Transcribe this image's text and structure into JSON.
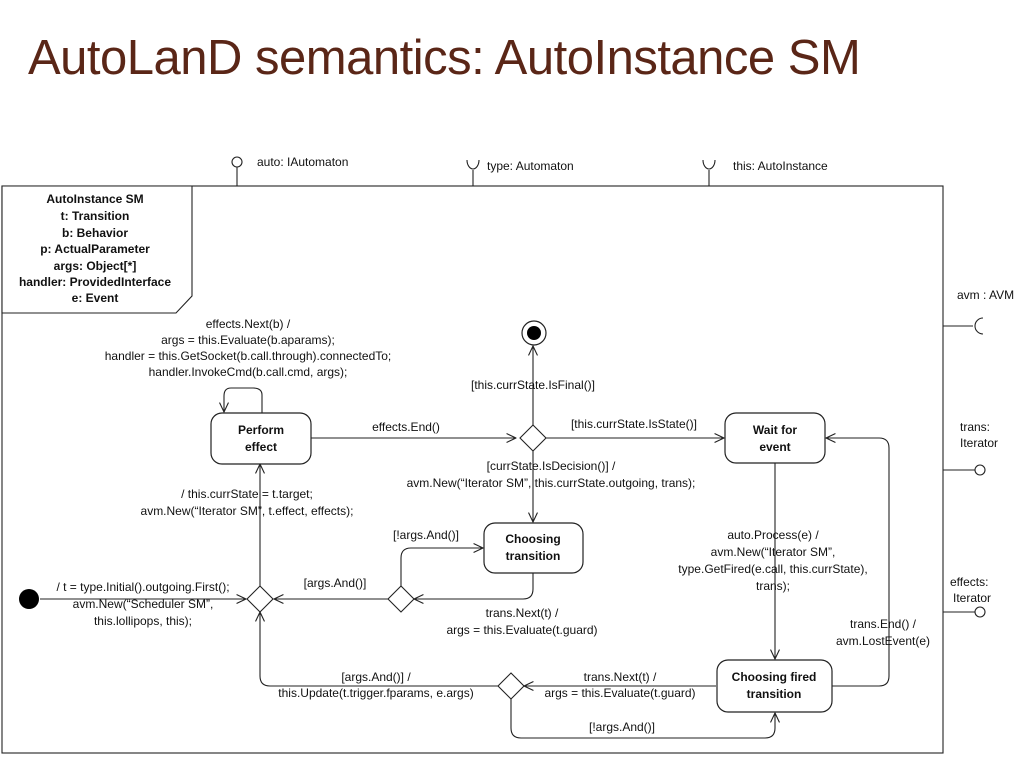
{
  "slide": {
    "title": "AutoLanD semantics: AutoInstance SM"
  },
  "ports": {
    "auto": "auto: IAutomaton",
    "type": "type: Automaton",
    "this": "this: AutoInstance",
    "avm": "avm : AVM",
    "trans_1": "trans:",
    "trans_2": "Iterator",
    "effects_1": "effects:",
    "effects_2": "Iterator"
  },
  "context_box": {
    "title": "AutoInstance SM",
    "line_t": "t: Transition",
    "line_b": "b: Behavior",
    "line_p_label": "p: ",
    "line_p_type": "ActualParameter",
    "line_args": "args: Object[*]",
    "line_handler_label": "handler: ",
    "line_handler_type": "ProvidedInterface",
    "line_e": "e: Event"
  },
  "states": {
    "perform_effect": [
      "Perform",
      "effect"
    ],
    "wait_for_event": [
      "Wait for",
      "event"
    ],
    "choosing_transition": [
      "Choosing",
      "transition"
    ],
    "choosing_fired_transition": [
      "Choosing fired",
      "transition"
    ]
  },
  "labels": {
    "self_loop": [
      "effects.Next(b) /",
      "args = this.Evaluate(b.aparams);",
      "handler = this.GetSocket(b.call.through).connectedTo;",
      "handler.InvokeCmd(b.call.cmd, args);"
    ],
    "is_final": "[this.currState.IsFinal()]",
    "effects_end": "effects.End()",
    "is_state": "[this.currState.IsState()]",
    "is_decision": [
      "[currState.IsDecision()] /",
      "avm.New(“Iterator SM”, this.currState.outgoing, trans);"
    ],
    "to_perform": [
      "/ this.currState = t.target;",
      "avm.New(“Iterator SM”, t.effect, effects);"
    ],
    "not_args_1": "[!args.And()]",
    "args_and": "[args.And()]",
    "initial": [
      "/ t = type.Initial().outgoing.First();",
      "avm.New(“Scheduler SM”,",
      "this.lollipops, this);"
    ],
    "trans_next_1": [
      "trans.Next(t) /",
      "args = this.Evaluate(t.guard)"
    ],
    "auto_process": [
      "auto.Process(e) /",
      "avm.New(“Iterator SM”,",
      "type.GetFired(e.call, this.currState),",
      "trans);"
    ],
    "trans_end": [
      "trans.End() /",
      "avm.LostEvent(e)"
    ],
    "args_update": [
      "[args.And()] /",
      "this.Update(t.trigger.fparams, e.args)"
    ],
    "trans_next_2": [
      "trans.Next(t) /",
      "args = this.Evaluate(t.guard)"
    ],
    "not_args_2": "[!args.And()]"
  }
}
